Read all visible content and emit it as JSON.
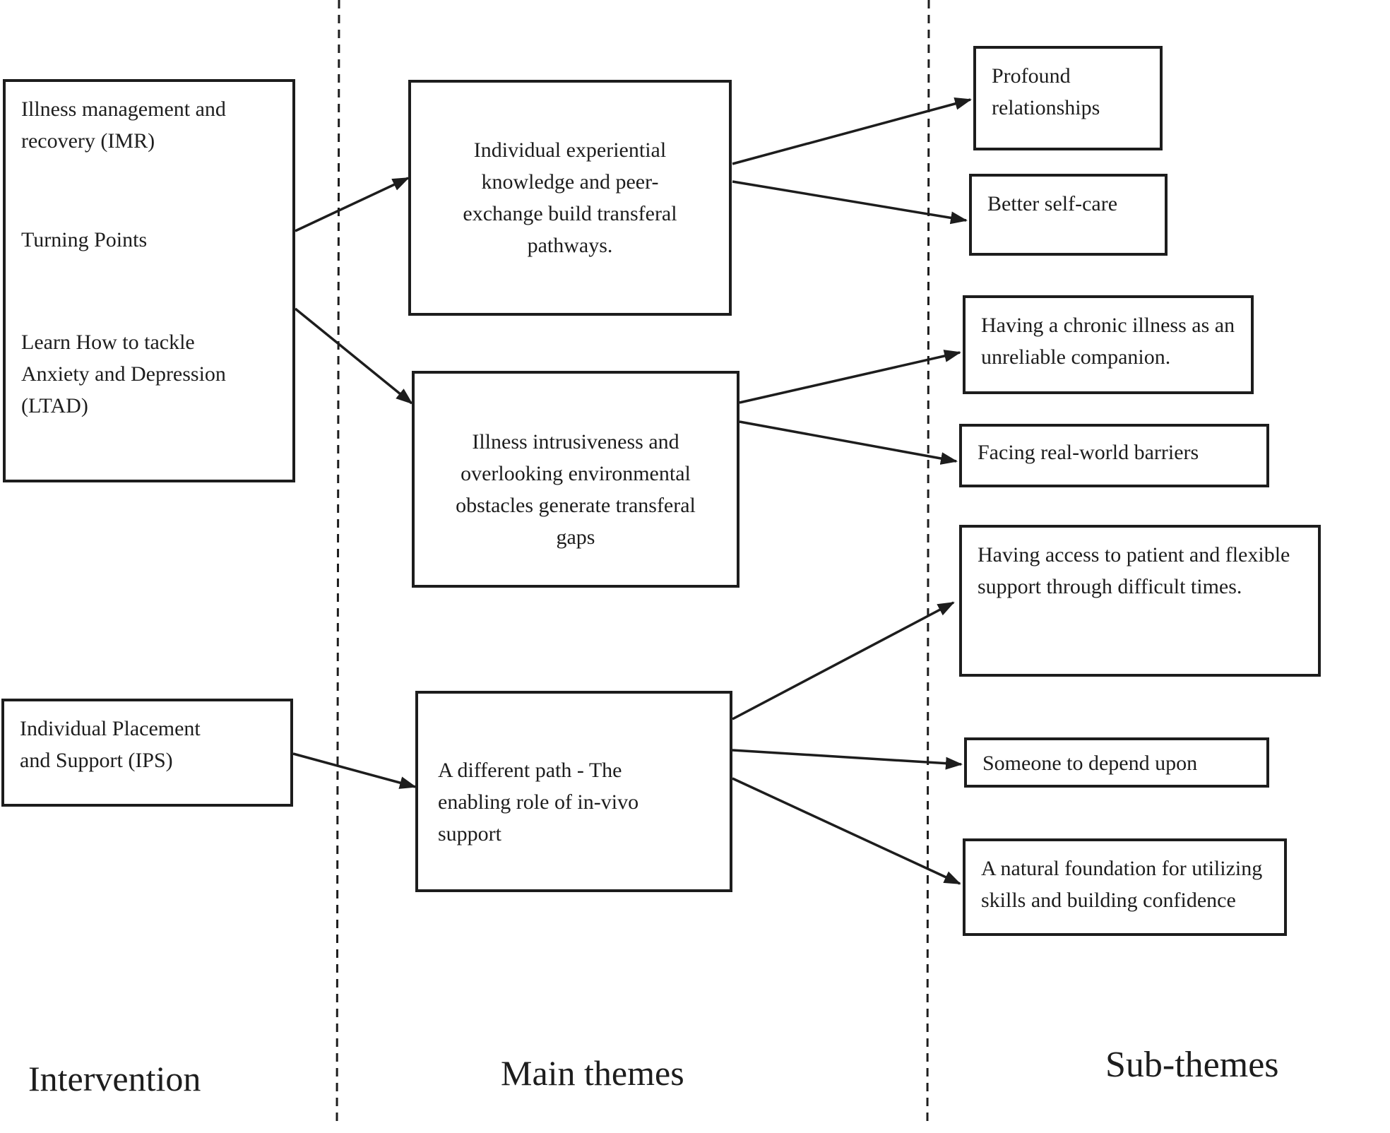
{
  "labels": {
    "intervention": "Intervention",
    "main_themes": "Main themes",
    "sub_themes": "Sub-themes"
  },
  "intervention_box": {
    "item1": "Illness management and\nrecovery (IMR)",
    "item2": "Turning Points",
    "item3": "Learn How to tackle\nAnxiety and Depression\n(LTAD)"
  },
  "ips_box": {
    "text": "Individual Placement\nand Support (IPS)"
  },
  "main_themes": {
    "theme1": "Individual experiential\nknowledge and peer-\nexchange build transferal\npathways.",
    "theme2": "Illness intrusiveness and\noverlooking environmental\nobstacles generate transferal\ngaps",
    "theme3": "A different path - The\nenabling role of in-vivo\nsupport"
  },
  "sub_themes": {
    "st1": "Profound\nrelationships",
    "st2": "Better self-care",
    "st3": "Having a chronic illness as an\nunreliable companion.",
    "st4": "Facing real-world barriers",
    "st5": "Having access to patient and flexible\nsupport through difficult times.",
    "st6": "Someone to depend upon",
    "st7": "A natural foundation for utilizing\nskills and building confidence"
  },
  "connections": [
    {
      "from": "intervention-group",
      "to": "main-theme-1"
    },
    {
      "from": "intervention-group",
      "to": "main-theme-2"
    },
    {
      "from": "ips",
      "to": "main-theme-3"
    },
    {
      "from": "main-theme-1",
      "to": "sub-theme-profound-relationships"
    },
    {
      "from": "main-theme-1",
      "to": "sub-theme-better-self-care"
    },
    {
      "from": "main-theme-2",
      "to": "sub-theme-chronic-illness-companion"
    },
    {
      "from": "main-theme-2",
      "to": "sub-theme-real-world-barriers"
    },
    {
      "from": "main-theme-3",
      "to": "sub-theme-patient-flexible-support"
    },
    {
      "from": "main-theme-3",
      "to": "sub-theme-someone-to-depend-upon"
    },
    {
      "from": "main-theme-3",
      "to": "sub-theme-natural-foundation"
    }
  ],
  "colors": {
    "ink": "#1d1d1d",
    "background": "#ffffff"
  }
}
